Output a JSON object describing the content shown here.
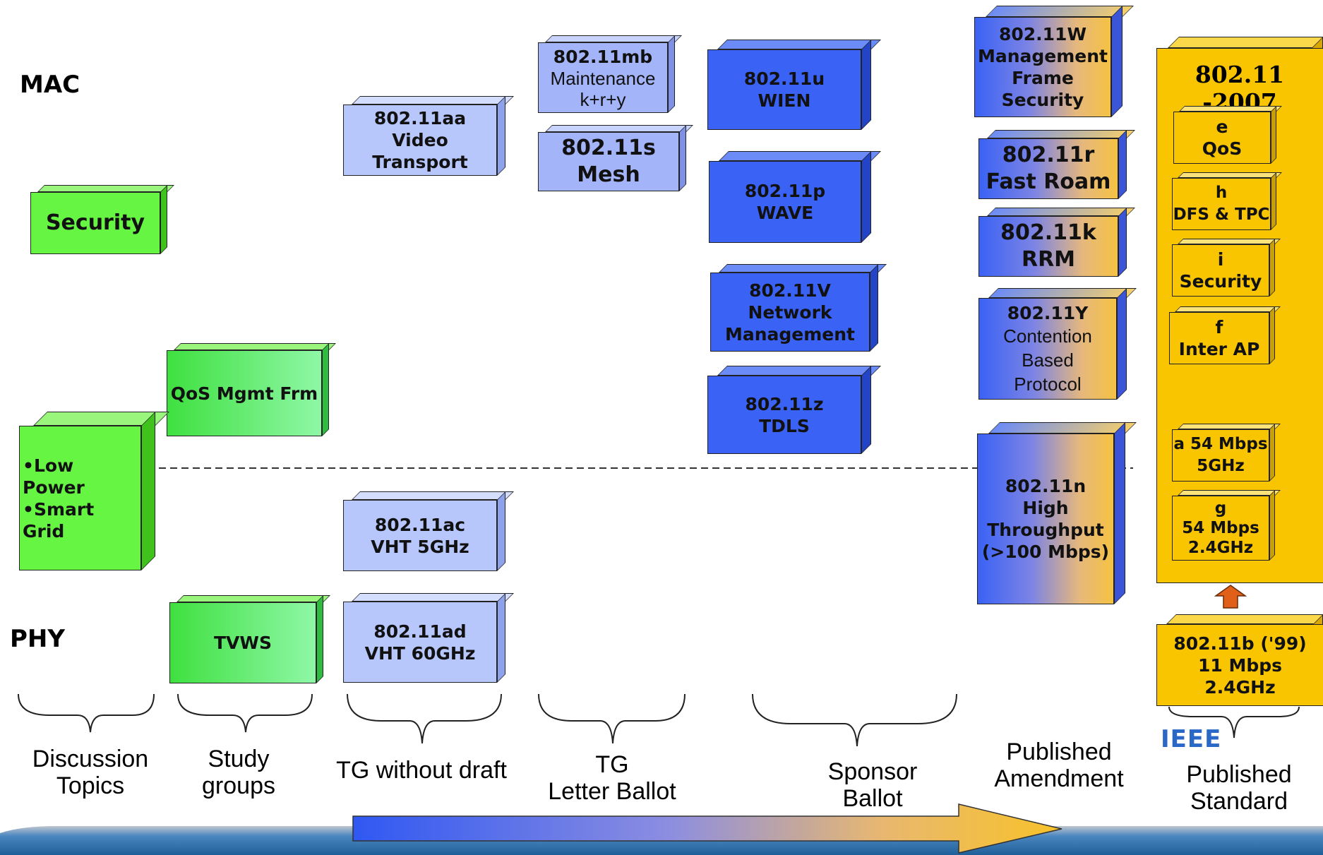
{
  "labels": {
    "mac": "MAC",
    "phy": "PHY"
  },
  "boxes": {
    "security": "Security",
    "qos_mgmt_frm": "QoS Mgmt Frm",
    "low_power_smart_grid": "•Low Power\n•Smart Grid",
    "tvws": "TVWS",
    "aa": "802.11aa\nVideo Transport",
    "ac": "802.11ac\nVHT 5GHz",
    "ad": "802.11ad\nVHT 60GHz",
    "mb": {
      "line1": "802.11mb",
      "line2": "Maintenance\nk+r+y"
    },
    "s": "802.11s\nMesh",
    "u": "802.11u\nWIEN",
    "p": "802.11p\nWAVE",
    "v": "802.11V\nNetwork\nManagement",
    "z": "802.11z\nTDLS",
    "w": "802.11W\nManagement\nFrame\nSecurity",
    "r": "802.11r\nFast Roam",
    "k": "802.11k\nRRM",
    "y": {
      "line1": "802.11Y",
      "line2": "Contention\nBased\nProtocol"
    },
    "n": "802.11n\nHigh\nThroughput\n(>100 Mbps)",
    "b": "802.11b ('99)\n11 Mbps\n2.4GHz"
  },
  "standard": {
    "title": "802.11 -2007",
    "items": [
      "e\nQoS",
      "h\nDFS & TPC",
      "i\nSecurity",
      "f\nInter AP",
      "a 54 Mbps\n5GHz",
      "g\n54 Mbps\n2.4GHz"
    ]
  },
  "stages": [
    "Discussion\nTopics",
    "Study\ngroups",
    "TG without draft",
    "TG\nLetter Ballot",
    "Sponsor\nBallot",
    "Published\nAmendment",
    "Published\nStandard"
  ],
  "logo_text": "IEEE",
  "colors": {
    "green": "#66f542",
    "lavender": "#b7c6fb",
    "blue": "#3a62f5",
    "gold": "#f9c500",
    "orange_arrow": "#e0601a",
    "footer_band": "#1f5f99"
  }
}
